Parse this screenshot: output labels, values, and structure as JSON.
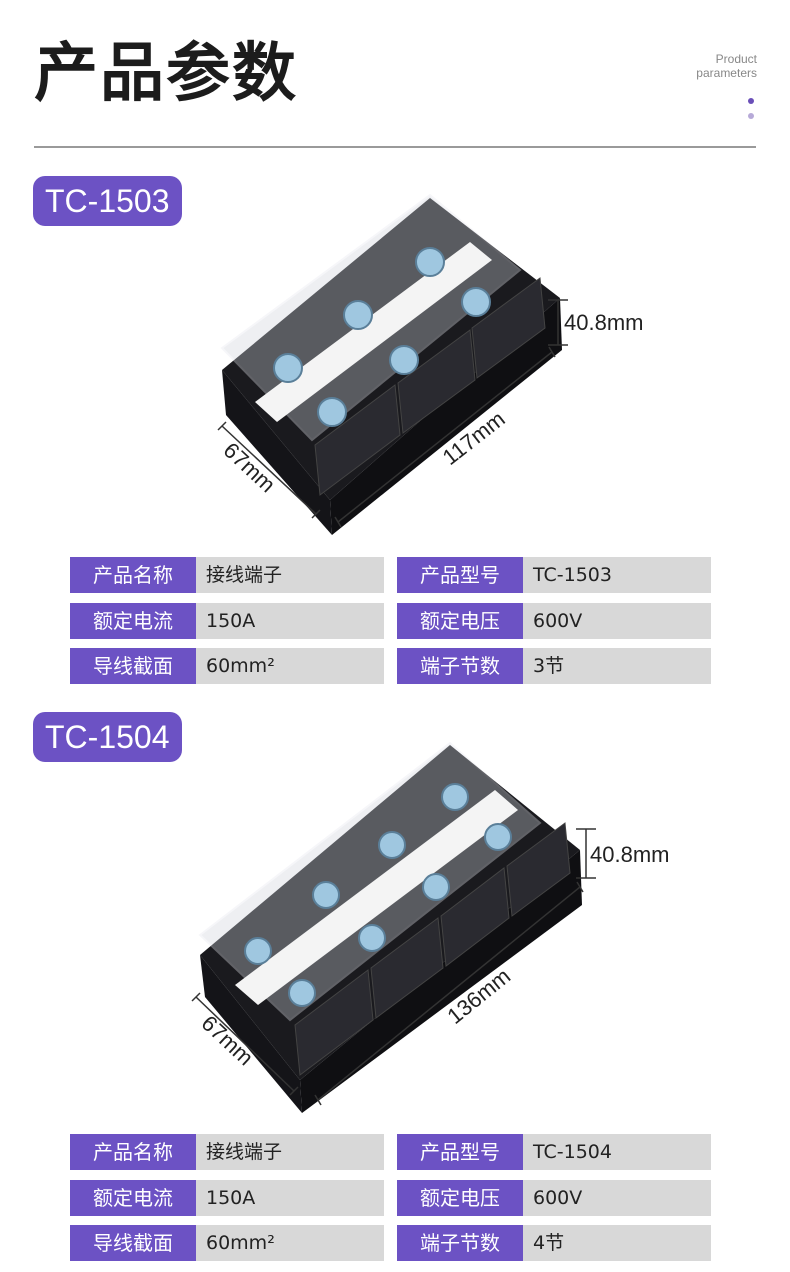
{
  "header": {
    "title": "产品参数",
    "subtitle_line1": "Product",
    "subtitle_line2": "parameters"
  },
  "products": [
    {
      "model_badge": "TC-1503",
      "dimensions": {
        "height": "40.8mm",
        "length": "117mm",
        "depth": "67mm"
      },
      "specs": [
        {
          "label_a": "产品名称",
          "value_a": "接线端子",
          "label_b": "产品型号",
          "value_b": "TC-1503"
        },
        {
          "label_a": "额定电流",
          "value_a": "150A",
          "label_b": "额定电压",
          "value_b": "600V"
        },
        {
          "label_a": "导线截面",
          "value_a": "60mm²",
          "label_b": "端子节数",
          "value_b": "3节"
        }
      ]
    },
    {
      "model_badge": "TC-1504",
      "dimensions": {
        "height": "40.8mm",
        "length": "136mm",
        "depth": "67mm"
      },
      "specs": [
        {
          "label_a": "产品名称",
          "value_a": "接线端子",
          "label_b": "产品型号",
          "value_b": "TC-1504"
        },
        {
          "label_a": "额定电流",
          "value_a": "150A",
          "label_b": "额定电压",
          "value_b": "600V"
        },
        {
          "label_a": "导线截面",
          "value_a": "60mm²",
          "label_b": "端子节数",
          "value_b": "4节"
        }
      ]
    }
  ],
  "colors": {
    "accent": "#6c52c4",
    "cell_bg": "#d8d8d8",
    "divider": "#9a9a9a"
  }
}
